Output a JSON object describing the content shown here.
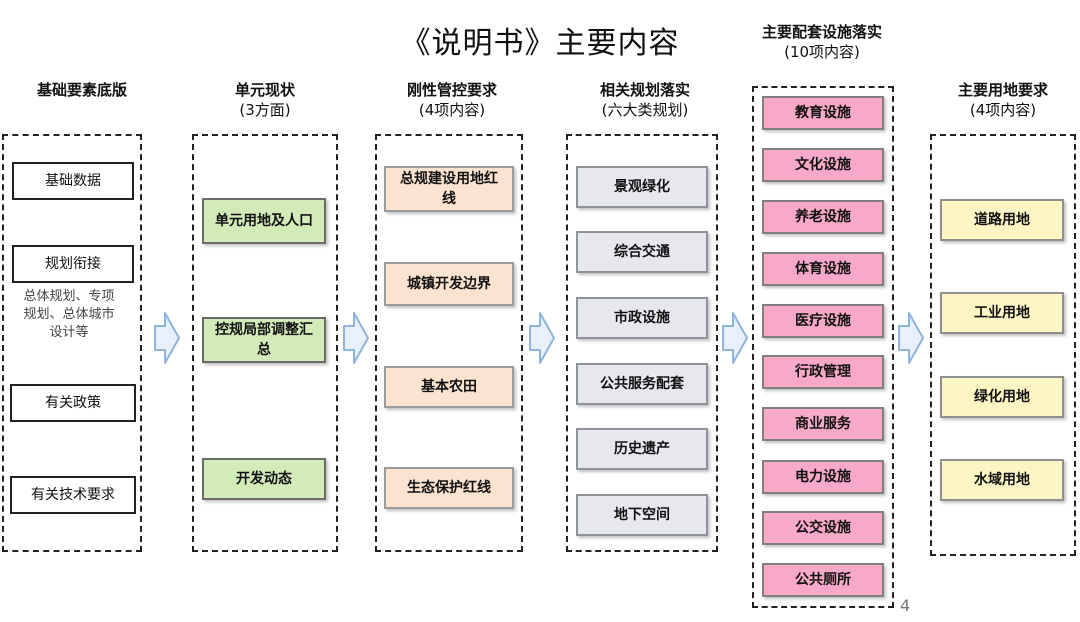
{
  "title": "《说明书》主要内容",
  "colors": {
    "green": "#d3eab9",
    "peach": "#fbe3cf",
    "grey": "#e6e8ee",
    "pink": "#f7a9c7",
    "yellow": "#fdf6c4",
    "arrow_fill": "#e8f1fb",
    "arrow_stroke": "#8fb4dc"
  },
  "columns": [
    {
      "heading": "基础要素底版",
      "sub": "",
      "items": [
        "基础数据",
        "规划衔接",
        "有关政策",
        "有关技术要求"
      ],
      "note": "总体规划、专项规划、总体城市设计等"
    },
    {
      "heading": "单元现状",
      "sub": "(3方面)",
      "items": [
        "单元用地及人口",
        "控规局部调整汇总",
        "开发动态"
      ]
    },
    {
      "heading": "刚性管控要求",
      "sub": "(4项内容)",
      "items": [
        "总规建设用地红线",
        "城镇开发边界",
        "基本农田",
        "生态保护红线"
      ]
    },
    {
      "heading": "相关规划落实",
      "sub": "(六大类规划)",
      "items": [
        "景观绿化",
        "综合交通",
        "市政设施",
        "公共服务配套",
        "历史遗产",
        "地下空间"
      ]
    },
    {
      "heading": "主要配套设施落实",
      "sub": "(10项内容)",
      "items": [
        "教育设施",
        "文化设施",
        "养老设施",
        "体育设施",
        "医疗设施",
        "行政管理",
        "商业服务",
        "电力设施",
        "公交设施",
        "公共厕所"
      ]
    },
    {
      "heading": "主要用地要求",
      "sub": "(4项内容)",
      "items": [
        "道路用地",
        "工业用地",
        "绿化用地",
        "水域用地"
      ]
    }
  ],
  "page_number": "4"
}
